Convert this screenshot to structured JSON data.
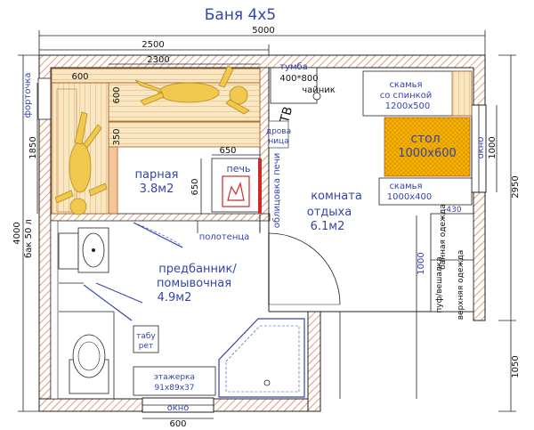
{
  "title": "Баня 4х5",
  "dimensions": {
    "total_width": "5000",
    "steam_width": "2500",
    "bench_length": "2300",
    "bench_600_top": "600",
    "bench_600_side": "600",
    "steam_height": "1850",
    "bench_350": "350",
    "stove_650_h": "650",
    "stove_650_v": "650",
    "total_height": "4000",
    "right_height": "2950",
    "window_1000": "1000",
    "bottom_right": "1050",
    "door_1000": "1000",
    "bottom_window_600": "600",
    "dim_430": "430"
  },
  "rooms": {
    "steam_name": "парная",
    "steam_area": "3.8м2",
    "wash_name": "предбанник/",
    "wash_name2": "помывочная",
    "wash_area": "4.9м2",
    "rest_name": "комната",
    "rest_name2": "отдыха",
    "rest_area": "6.1м2"
  },
  "labels": {
    "vent": "форточка",
    "tank": "бак 50 л",
    "stove": "печь",
    "stove_lining": "облицовка печи",
    "towel": "полотенца",
    "firewood": "дрова",
    "firewood2": "ница",
    "tv_stand": "тумба",
    "tv_stand_size": "400*800",
    "kettle": "чайник",
    "tv": "ТВ",
    "bench_back": "скамья",
    "bench_back2": "со спинкой",
    "bench_back_size": "1200х500",
    "table": "стол",
    "table_size": "1000х600",
    "bench": "скамья",
    "bench_size": "1000х400",
    "bath_clothes": "банная одежда",
    "ottoman": "пуф/вешалка",
    "outerwear": "верхняя одежда",
    "stool": "табу",
    "stool2": "рет",
    "shelf": "этажерка",
    "shelf_size": "91х89х37",
    "window_bottom": "окно",
    "window_right": "окно"
  }
}
